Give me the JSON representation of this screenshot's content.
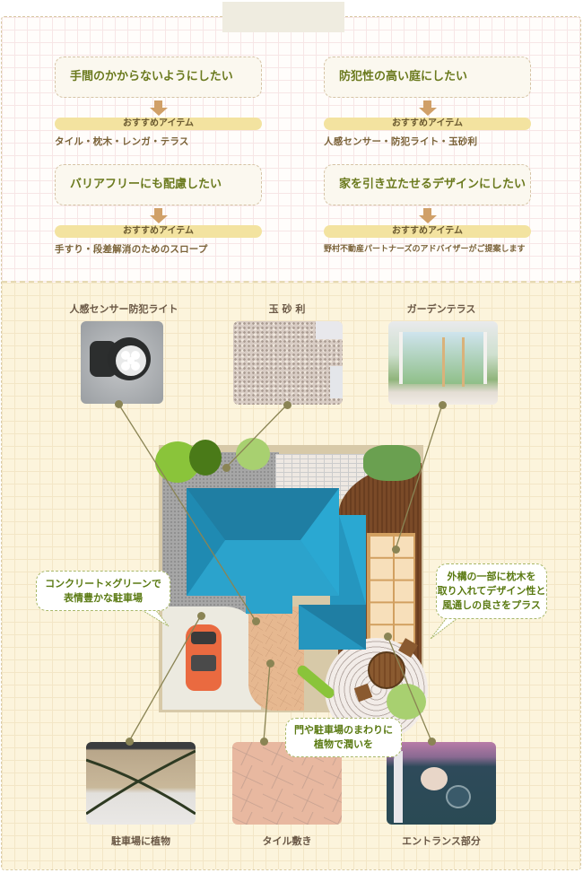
{
  "header": {
    "tab_label": ""
  },
  "needs": [
    {
      "wish": "手間のかからないようにしたい",
      "recommend_label": "おすすめアイテム",
      "items": "タイル・枕木・レンガ・テラス"
    },
    {
      "wish": "防犯性の高い庭にしたい",
      "recommend_label": "おすすめアイテム",
      "items": "人感センサー・防犯ライト・玉砂利"
    },
    {
      "wish": "バリアフリーにも配慮したい",
      "recommend_label": "おすすめアイテム",
      "items": "手すり・段差解消のためのスロープ"
    },
    {
      "wish": "家を引き立たせるデザインにしたい",
      "recommend_label": "おすすめアイテム",
      "items": "野村不動産パートナーズのアドバイザーがご提案します"
    }
  ],
  "top_photos": [
    {
      "label": "人感センサー防犯ライト",
      "image": "sensor-light-photo"
    },
    {
      "label": "玉 砂 利",
      "image": "gravel-photo"
    },
    {
      "label": "ガーデンテラス",
      "image": "garden-terrace-photo"
    }
  ],
  "bottom_photos": [
    {
      "label": "駐車場に植物",
      "image": "parking-plants-photo"
    },
    {
      "label": "タイル敷き",
      "image": "tile-paving-photo"
    },
    {
      "label": "エントランス部分",
      "image": "entrance-photo"
    }
  ],
  "callouts": {
    "parking": {
      "line1": "コンクリート×グリーンで",
      "line2": "表情豊かな駐車場"
    },
    "fence": {
      "line1": "外構の一部に枕木を",
      "line2": "取り入れてデザイン性と",
      "line3": "風通しの良さをプラス"
    },
    "gate": {
      "line1": "門や駐車場のまわりに",
      "line2": "植物で潤いを"
    }
  },
  "colors": {
    "wish_text": "#6b7a1e",
    "arrow": "#d0a068",
    "recommend_bar": "#f3e3a0",
    "roof": "#2ba3cc",
    "dot": "#8a8454",
    "callout_text": "#5a7a12"
  }
}
